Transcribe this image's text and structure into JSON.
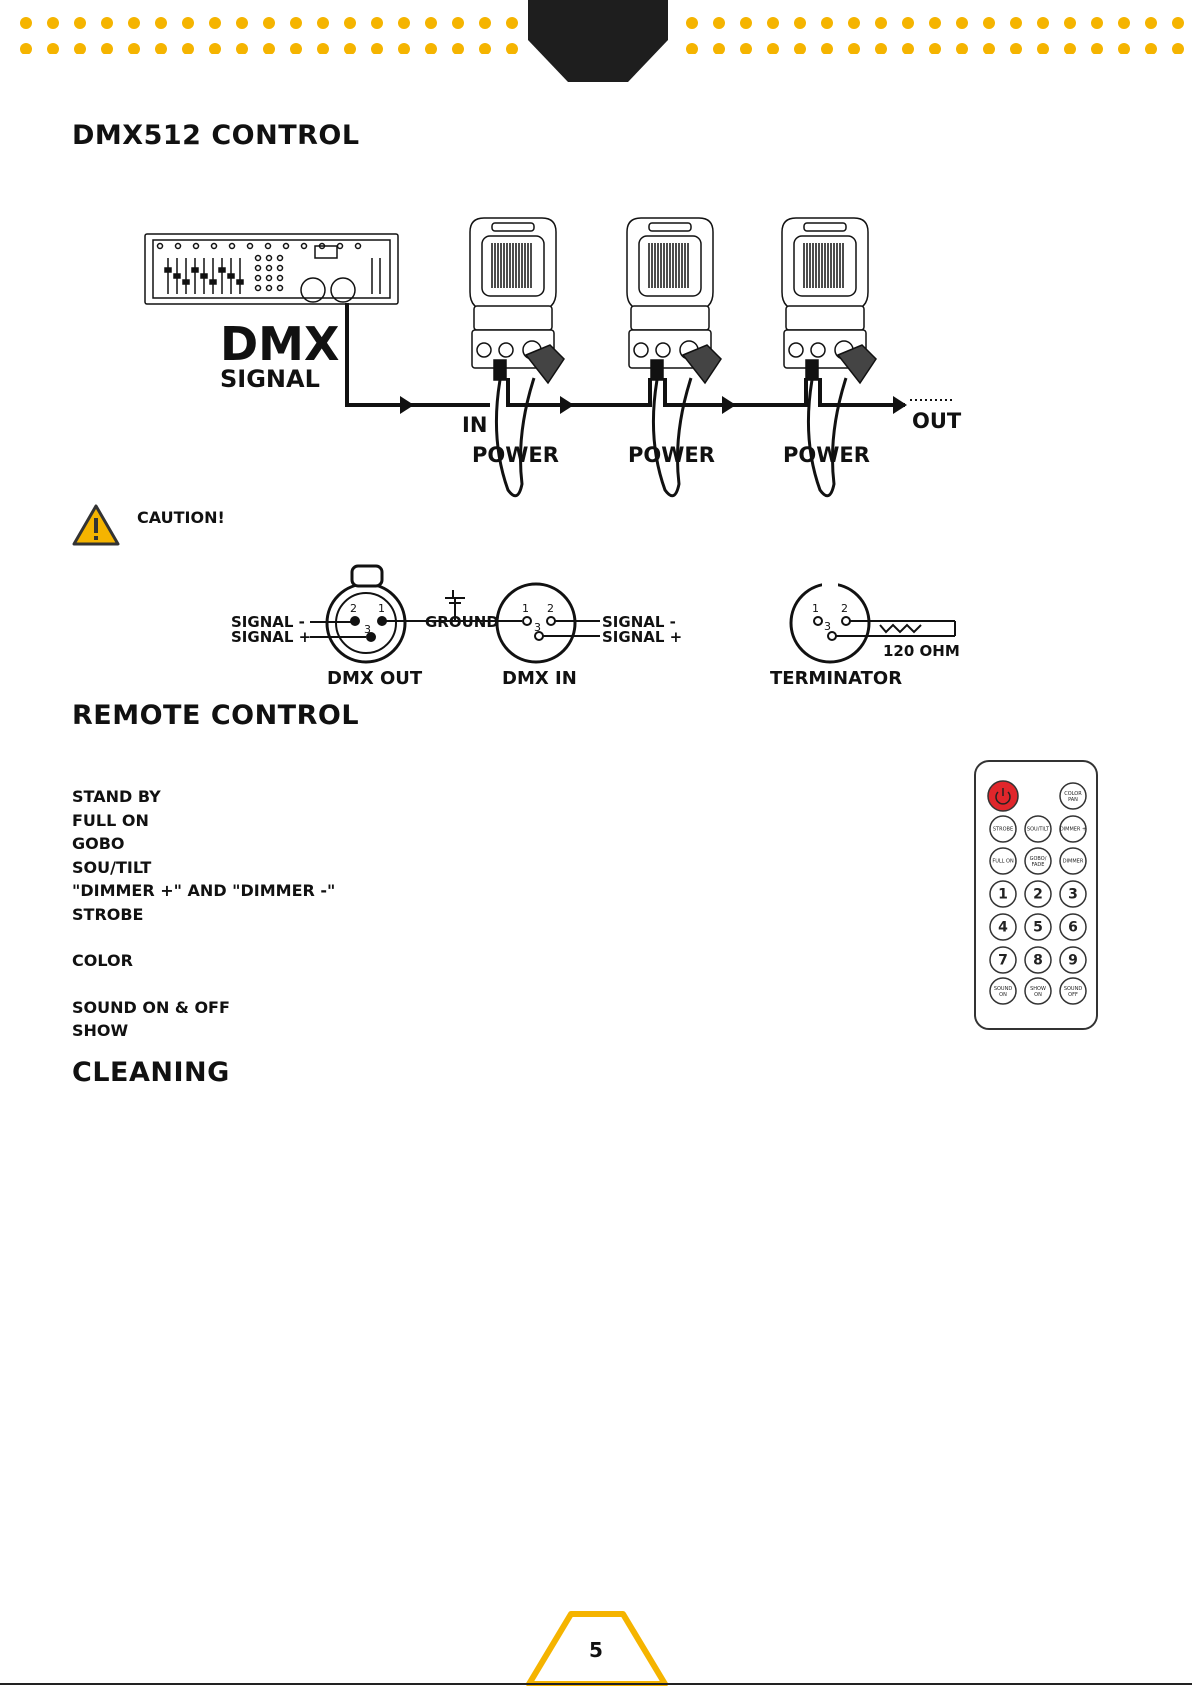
{
  "headings": {
    "dmx": "DMX512 CONTROL",
    "remote": "REMOTE CONTROL",
    "cleaning": "CLEANING"
  },
  "dmx_diagram": {
    "signal_big": "DMX",
    "signal_small": "SIGNAL",
    "in_label": "IN",
    "out_label": "OUT",
    "power_label": "POWER"
  },
  "caution": {
    "label": "CAUTION!"
  },
  "connectors": {
    "signal_minus": "SIGNAL -",
    "signal_plus": "SIGNAL +",
    "ground": "GROUND",
    "dmx_out": "DMX OUT",
    "dmx_in": "DMX IN",
    "terminator": "TERMINATOR",
    "ohm": "120 OHM",
    "pin1": "1",
    "pin2": "2",
    "pin3": "3"
  },
  "remote_functions": [
    "STAND BY",
    "FULL ON",
    "GOBO",
    "SOU/TILT",
    "\"DIMMER +\" AND \"DIMMER -\"",
    "STROBE",
    "COLOR",
    "SOUND ON & OFF",
    "SHOW"
  ],
  "remote_buttons": {
    "color_pan": [
      "COLOR",
      "PAN"
    ],
    "strobe": "STROBE",
    "soutilt": "SOU/TILT",
    "dimmer_plus": "DIMMER +",
    "full_on": "FULL ON",
    "gobo_fade": [
      "GOBO/",
      "FADE"
    ],
    "dimmer_minus": "DIMMER",
    "digits": [
      "1",
      "2",
      "3",
      "4",
      "5",
      "6",
      "7",
      "8",
      "9"
    ],
    "sound_on": [
      "SOUND",
      "ON"
    ],
    "show_on": [
      "SHOW",
      "ON"
    ],
    "sound_off": [
      "SOUND",
      "OFF"
    ]
  },
  "page_number": "5",
  "colors": {
    "accent": "#f5b400",
    "dark": "#222222",
    "power_red": "#e0262b"
  }
}
